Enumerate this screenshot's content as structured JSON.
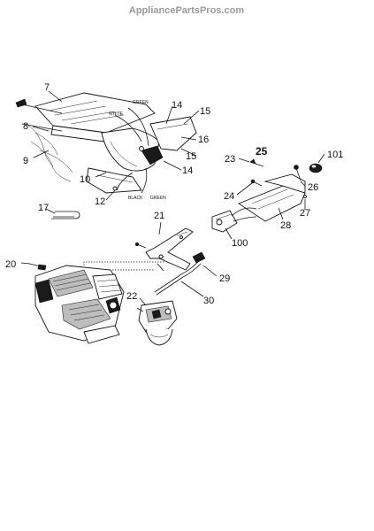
{
  "watermark": "AppliancePartsPros.com",
  "wire_labels": {
    "green_top": "GREEN",
    "white": "WHITE",
    "black": "BLACK",
    "green_bottom": "GREEN"
  },
  "callouts": {
    "c7": "7",
    "c8": "8",
    "c9": "9",
    "c10": "10",
    "c12": "12",
    "c14a": "14",
    "c14b": "14",
    "c15a": "15",
    "c15b": "15",
    "c16": "16",
    "c17": "17",
    "c20": "20",
    "c21": "21",
    "c22": "22",
    "c23": "23",
    "c24": "24",
    "c25": "25",
    "c26": "26",
    "c27": "27",
    "c28": "28",
    "c29": "29",
    "c30": "30",
    "c100": "100",
    "c101": "101"
  }
}
